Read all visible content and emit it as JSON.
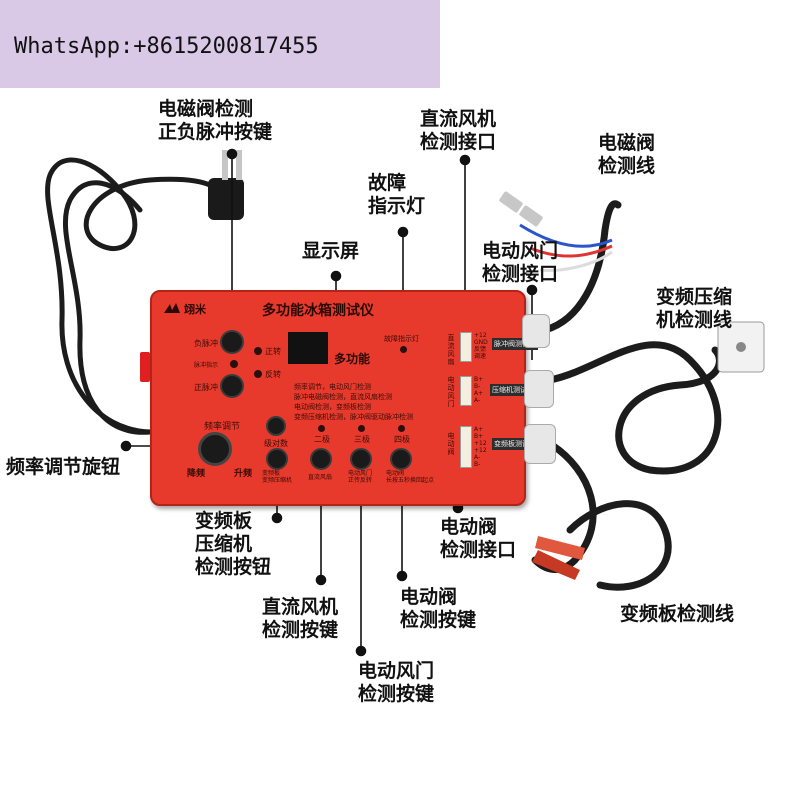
{
  "banner": {
    "text": "WhatsApp:+8615200817455"
  },
  "device": {
    "brand": "翊米",
    "title": "多功能冰箱测试仪",
    "display_text": "多功能",
    "fault_label": "故障指示灯",
    "neg_pulse": "负脉冲",
    "pulse_indicator": "脉冲指示",
    "pos_pulse": "正脉冲",
    "forward": "正转",
    "reverse": "反转",
    "func_lines": [
      "频率调节，电动风门检测",
      "脉冲电磁阀检测，直流风扇检测",
      "电动阀检测，变频板检测",
      "变频压缩机检测，脉冲阀驱动脉冲检测"
    ],
    "freq_label": "频率调节",
    "dec_label": "降频",
    "inc_label": "升频",
    "level_count": "级对数",
    "level2": "二极",
    "level3": "三极",
    "level4": "四极",
    "btn_inverter": "变频板\n变频压缩机",
    "btn_dcfan": "直流风扇",
    "btn_damper": "电动风门\n正传反转",
    "btn_valve": "电动阀\n长按五秒换回起点",
    "port1_side": [
      "直",
      "流",
      "风",
      "扇"
    ],
    "port1_pins": [
      "+12",
      "GND",
      "反馈",
      "调速"
    ],
    "port1_tag": "脉冲阀测试线",
    "port2_side": [
      "电",
      "动",
      "风",
      "门"
    ],
    "port2_pins": [
      "B+",
      "B-",
      "A+",
      "A-"
    ],
    "port2_tag": "压缩机测试线",
    "port3_side": [
      "电",
      "动",
      "阀"
    ],
    "port3_pins": [
      "A+",
      "B+",
      "+12",
      "+12",
      "A-",
      "B-"
    ],
    "port3_tag": "变频板测试线"
  },
  "callouts": {
    "solenoid_button": "电磁阀检测\n正负脉冲按键",
    "dc_fan_port": "直流风机\n检测接口",
    "solenoid_line": "电磁阀\n检测线",
    "fault_light": "故障\n指示灯",
    "display": "显示屏",
    "damper_port": "电动风门\n检测接口",
    "compressor_line": "变频压缩\n机检测线",
    "freq_knob": "频率调节旋钮",
    "inverter_button": "变频板\n压缩机\n检测按钮",
    "valve_port": "电动阀\n检测接口",
    "inverter_line": "变频板检测线",
    "dc_fan_button": "直流风机\n检测按键",
    "valve_button": "电动阀\n检测按键",
    "damper_button": "电动风门\n检测按键"
  },
  "colors": {
    "device_red": "#e83a2c",
    "banner_purple": "#d9c8e6",
    "cable": "#1c1c1c",
    "text": "#111111"
  },
  "icons": {
    "brand": "bird-logo-icon",
    "plug": "power-plug-icon"
  }
}
